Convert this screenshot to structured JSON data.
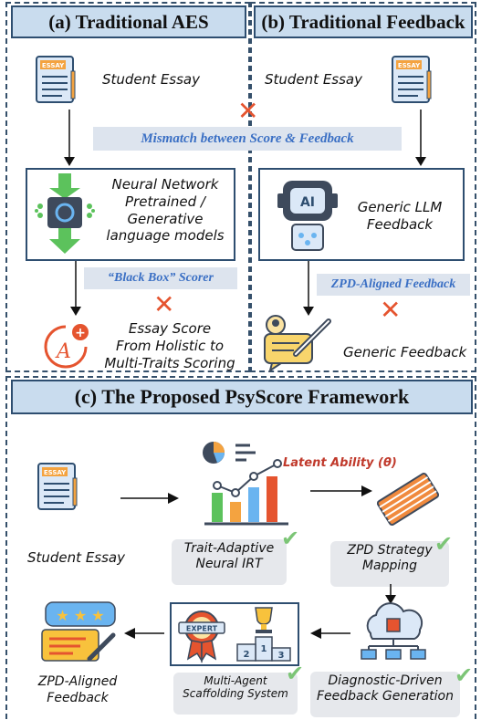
{
  "panel_a": {
    "title": "(a) Traditional AES",
    "student_essay": "Student Essay",
    "essay_badge": "ESSAY",
    "model_line1": "Neural Network",
    "model_line2": "Pretrained /",
    "model_line3": "Generative",
    "model_line4": "language models",
    "black_box": "“Black Box” Scorer",
    "score_line1": "Essay Score",
    "score_line2": "From Holistic to",
    "score_line3": "Multi-Traits Scoring"
  },
  "panel_b": {
    "title": "(b) Traditional Feedback",
    "student_essay": "Student Essay",
    "essay_badge": "ESSAY",
    "llm_line1": "Generic LLM",
    "llm_line2": "Feedback",
    "zpd_aligned": "ZPD-Aligned Feedback",
    "generic_feedback": "Generic Feedback"
  },
  "mismatch": "Mismatch between Score & Feedback",
  "panel_c": {
    "title": "(c) The Proposed PsyScore Framework",
    "student_essay": "Student Essay",
    "essay_badge": "ESSAY",
    "latent_ability": "Latent Ability (θ)",
    "irt_line1": "Trait-Adaptive",
    "irt_line2": "Neural IRT",
    "zpd_line1": "ZPD Strategy",
    "zpd_line2": "Mapping",
    "diag_line1": "Diagnostic-Driven",
    "diag_line2": "Feedback Generation",
    "multi_line1": "Multi-Agent",
    "multi_line2": "Scaffolding System",
    "expert_badge": "EXPERT",
    "podium": "2 1 3",
    "out_line1": "ZPD-Aligned",
    "out_line2": "Feedback"
  },
  "colors": {
    "header_fill": "#c9dcee",
    "border": "#2e4e70",
    "accent_red": "#e5542f",
    "accent_blue": "#3a6fc4",
    "check_green": "#7cc576"
  }
}
